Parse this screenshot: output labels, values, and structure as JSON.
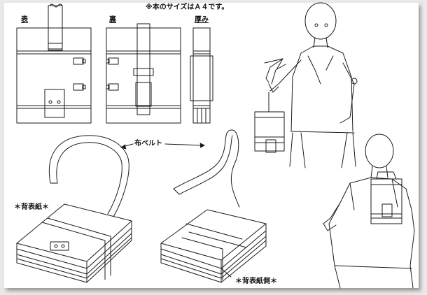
{
  "labels": {
    "note": "※本のサイズはＡ４です。",
    "front": "表",
    "back": "裏",
    "thickness": "厚み",
    "belt": "布ベルト",
    "cover_left": "＊背表紙＊",
    "cover_right": "＊背表紙側＊"
  },
  "colors": {
    "ink": "#1a1a1a",
    "paper": "#ffffff",
    "background": "#e9e9e9"
  }
}
